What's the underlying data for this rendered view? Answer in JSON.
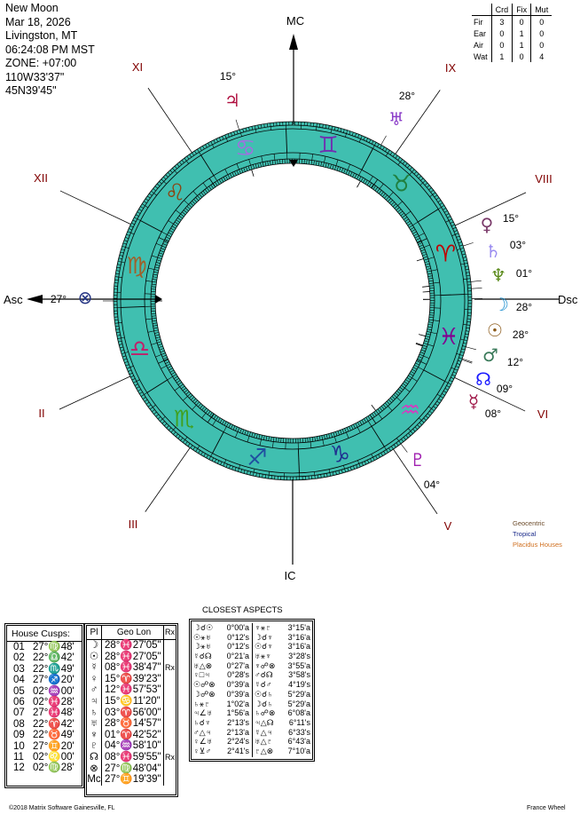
{
  "info": {
    "title": "New Moon",
    "date": "Mar 18, 2026",
    "place": "Livingston, MT",
    "time": "06:24:08 PM MST",
    "zone": "ZONE: +07:00",
    "longitude": "110W33'37\"",
    "latitude": "45N39'45\""
  },
  "element_table": {
    "headers": [
      "",
      "Crd",
      "Fix",
      "Mut"
    ],
    "rows": [
      {
        "label": "Fir",
        "values": [
          "3",
          "0",
          "0"
        ]
      },
      {
        "label": "Ear",
        "values": [
          "0",
          "1",
          "0"
        ]
      },
      {
        "label": "Air",
        "values": [
          "0",
          "1",
          "0"
        ]
      },
      {
        "label": "Wat",
        "values": [
          "1",
          "0",
          "4"
        ]
      }
    ]
  },
  "axes": {
    "asc": "Asc",
    "dsc": "Dsc",
    "mc": "MC",
    "ic": "IC"
  },
  "ascendant_lon": 177.8,
  "house_numerals": [
    "",
    "II",
    "III",
    "",
    "V",
    "VI",
    "",
    "VIII",
    "IX",
    "",
    "XI",
    "XII"
  ],
  "house_cusp_lons": [
    177.8,
    202.7,
    232.82,
    267.33,
    302.0,
    332.47,
    357.8,
    22.7,
    52.82,
    87.33,
    122.0,
    152.47
  ],
  "signs": [
    {
      "glyph": "♈",
      "color": "#c00000"
    },
    {
      "glyph": "♉",
      "color": "#208040"
    },
    {
      "glyph": "♊",
      "color": "#7030b0"
    },
    {
      "glyph": "♋",
      "color": "#a070e0"
    },
    {
      "glyph": "♌",
      "color": "#8b4513"
    },
    {
      "glyph": "♍",
      "color": "#a0602a"
    },
    {
      "glyph": "♎",
      "color": "#c0206a"
    },
    {
      "glyph": "♏",
      "color": "#40a020"
    },
    {
      "glyph": "♐",
      "color": "#2050a0"
    },
    {
      "glyph": "♑",
      "color": "#203090"
    },
    {
      "glyph": "♒",
      "color": "#d040c0"
    },
    {
      "glyph": "♓",
      "color": "#800090"
    }
  ],
  "ring_color": "#40bfb0",
  "planets": [
    {
      "id": "jupiter",
      "glyph": "♃",
      "deg": "15°",
      "lon": 105.19,
      "color": "#b01040"
    },
    {
      "id": "uranus",
      "glyph": "♅",
      "deg": "28°",
      "lon": 58.25,
      "color": "#8a3cc8"
    },
    {
      "id": "venus",
      "glyph": "♀",
      "deg": "15°",
      "lon": 15.66,
      "color": "#7a3a6a"
    },
    {
      "id": "saturn",
      "glyph": "♄",
      "deg": "03°",
      "lon": 3.93,
      "color": "#9a8cf0"
    },
    {
      "id": "neptune",
      "glyph": "♆",
      "deg": "01°",
      "lon": 1.71,
      "color": "#5a8a1a"
    },
    {
      "id": "moon",
      "glyph": "☽",
      "deg": "28°",
      "lon": 358.45,
      "color": "#1e90d0"
    },
    {
      "id": "sun",
      "glyph": "☉",
      "deg": "28°",
      "lon": 358.45,
      "color": "#8b5a1a"
    },
    {
      "id": "mars",
      "glyph": "♂",
      "deg": "12°",
      "lon": 342.96,
      "color": "#3a7a5a"
    },
    {
      "id": "node",
      "glyph": "☊",
      "deg": "09°",
      "lon": 339.0,
      "color": "#1a1aff"
    },
    {
      "id": "mercury",
      "glyph": "☿",
      "deg": "08°",
      "lon": 338.65,
      "color": "#a01a4a"
    },
    {
      "id": "pluto",
      "glyph": "♇",
      "deg": "04°",
      "lon": 304.97,
      "color": "#a020b0"
    },
    {
      "id": "fortune",
      "glyph": "⊗",
      "deg": "27°",
      "lon": 177.8,
      "color": "#203080"
    }
  ],
  "settings": [
    {
      "text": "Geocentric",
      "color": "#6b4a2a"
    },
    {
      "text": "Tropical",
      "color": "#1a2a8a"
    },
    {
      "text": "Placidus Houses",
      "color": "#d07020"
    }
  ],
  "house_cusps": {
    "title": "House Cusps:",
    "rows": [
      [
        "01",
        "27°♍48'"
      ],
      [
        "02",
        "22°♎42'"
      ],
      [
        "03",
        "22°♏49'"
      ],
      [
        "04",
        "27°♐20'"
      ],
      [
        "05",
        "02°♒00'"
      ],
      [
        "06",
        "02°♓28'"
      ],
      [
        "07",
        "27°♓48'"
      ],
      [
        "08",
        "22°♈42'"
      ],
      [
        "09",
        "22°♉49'"
      ],
      [
        "10",
        "27°♊20'"
      ],
      [
        "11",
        "02°♌00'"
      ],
      [
        "12",
        "02°♍28'"
      ]
    ]
  },
  "planet_table": {
    "headers": [
      "Pl",
      "Geo Lon",
      "Rx"
    ],
    "rows": [
      [
        "☽",
        "28°♓27'05\"",
        ""
      ],
      [
        "☉",
        "28°♓27'05\"",
        ""
      ],
      [
        "☿",
        "08°♓38'47\"",
        "Rx"
      ],
      [
        "♀",
        "15°♈39'23\"",
        ""
      ],
      [
        "♂",
        "12°♓57'53\"",
        ""
      ],
      [
        "♃",
        "15°♋11'20\"",
        ""
      ],
      [
        "♄",
        "03°♈56'00\"",
        ""
      ],
      [
        "♅",
        "28°♉14'57\"",
        ""
      ],
      [
        "♆",
        "01°♈42'52\"",
        ""
      ],
      [
        "♇",
        "04°♒58'10\"",
        ""
      ],
      [
        "☊",
        "08°♓59'55\"",
        "Rx"
      ],
      [
        "⊗",
        "27°♍48'04\"",
        ""
      ],
      [
        "Mc",
        "27°♊19'39\"",
        ""
      ]
    ]
  },
  "aspects": {
    "title": "CLOSEST ASPECTS",
    "left": [
      [
        "☽☌☉",
        "0°00'a"
      ],
      [
        "☉⚹♅",
        "0°12's"
      ],
      [
        "☽⚹♅",
        "0°12's"
      ],
      [
        "☿☌☊",
        "0°21'a"
      ],
      [
        "♅△⊗",
        "0°27'a"
      ],
      [
        "♀□♃",
        "0°28's"
      ],
      [
        "☉☍⊗",
        "0°39'a"
      ],
      [
        "☽☍⊗",
        "0°39'a"
      ],
      [
        "♄⚹♇",
        "1°02'a"
      ],
      [
        "♃∠♅",
        "1°56'a"
      ],
      [
        "♄☌♆",
        "2°13's"
      ],
      [
        "♂△♃",
        "2°13'a"
      ],
      [
        "♀∠♅",
        "2°24's"
      ],
      [
        "♀⊻♂",
        "2°41's"
      ]
    ],
    "right": [
      [
        "♆⚹♇",
        "3°15'a"
      ],
      [
        "☽☌♆",
        "3°16'a"
      ],
      [
        "☉☌♆",
        "3°16'a"
      ],
      [
        "♅⚹♆",
        "3°28's"
      ],
      [
        "♆☍⊗",
        "3°55'a"
      ],
      [
        "♂☌☊",
        "3°58's"
      ],
      [
        "☿☌♂",
        "4°19's"
      ],
      [
        "☉☌♄",
        "5°29'a"
      ],
      [
        "☽☌♄",
        "5°29'a"
      ],
      [
        "♄☍⊗",
        "6°08'a"
      ],
      [
        "♃△☊",
        "6°11's"
      ],
      [
        "☿△♃",
        "6°33's"
      ],
      [
        "♅△♇",
        "6°43'a"
      ],
      [
        "♇△⊗",
        "7°10'a"
      ]
    ]
  },
  "footer": {
    "copyright": "©2018 Matrix Software  Gainesville, FL",
    "chart_type": "France Wheel"
  }
}
